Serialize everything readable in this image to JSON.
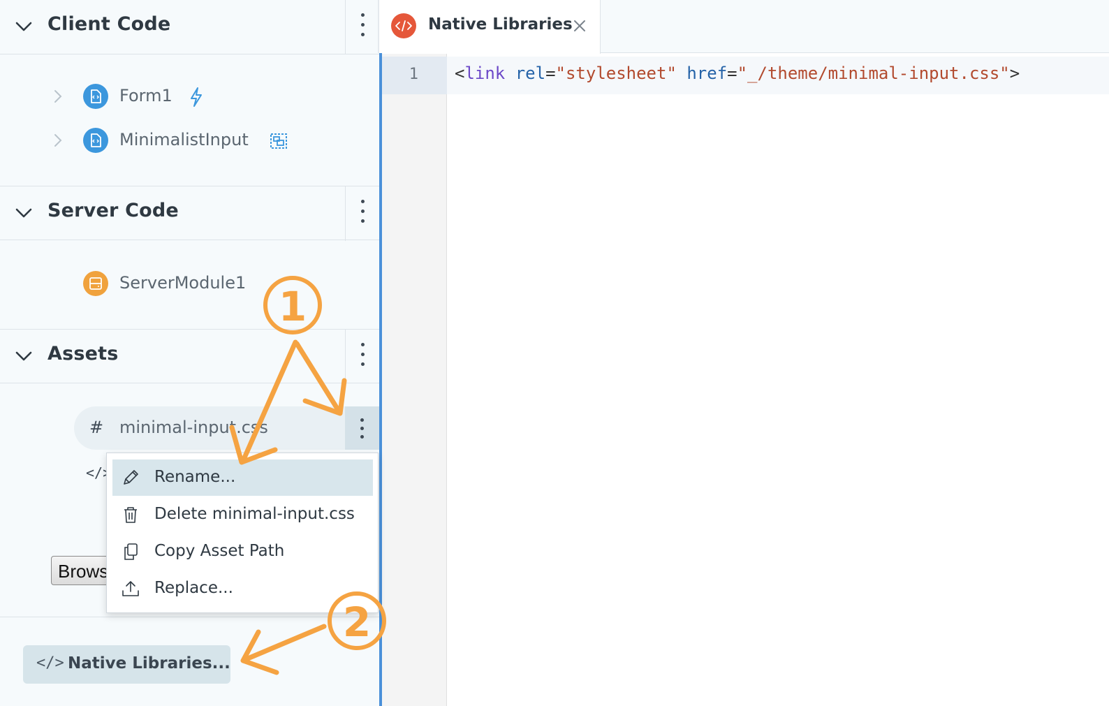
{
  "sidebar": {
    "client_code": {
      "title": "Client Code",
      "items": [
        {
          "label": "Form1",
          "badge_icon": "form-file-icon",
          "extra_icon": "lightning-icon"
        },
        {
          "label": "MinimalistInput",
          "badge_icon": "form-file-icon",
          "extra_icon": "custom-component-icon"
        }
      ]
    },
    "server_code": {
      "title": "Server Code",
      "items": [
        {
          "label": "ServerModule1",
          "badge_icon": "server-module-icon"
        }
      ]
    },
    "assets": {
      "title": "Assets",
      "selected_asset": {
        "symbol": "#",
        "label": "minimal-input.css"
      },
      "second_asset_symbol": "</>",
      "browse_label": "Browse..."
    },
    "native_libraries_button": {
      "icon": "</>",
      "label": "Native Libraries..."
    }
  },
  "context_menu": {
    "items": [
      {
        "label": "Rename...",
        "icon": "pencil-icon",
        "highlighted": true
      },
      {
        "label": "Delete minimal-input.css",
        "icon": "trash-icon"
      },
      {
        "label": "Copy Asset Path",
        "icon": "copy-icon"
      },
      {
        "label": "Replace...",
        "icon": "upload-icon"
      }
    ]
  },
  "editor": {
    "tab": {
      "label": "Native Libraries",
      "icon": "code-icon",
      "close_icon": "close-icon"
    },
    "line_number": "1",
    "code": {
      "open": "<",
      "tag": "link",
      "sp1": " ",
      "attr1": "rel",
      "eq1": "=",
      "val1": "\"stylesheet\"",
      "sp2": " ",
      "attr2": "href",
      "eq2": "=",
      "val2": "\"_/theme/minimal-input.css\"",
      "close": ">"
    }
  },
  "annotations": {
    "callout_1": "1",
    "callout_2": "2",
    "color": "#f5a342"
  },
  "colors": {
    "accent_blue": "#4a90d9",
    "badge_blue": "#3c97dd",
    "badge_orange": "#f0a23d",
    "tab_icon_red": "#e5573a"
  }
}
